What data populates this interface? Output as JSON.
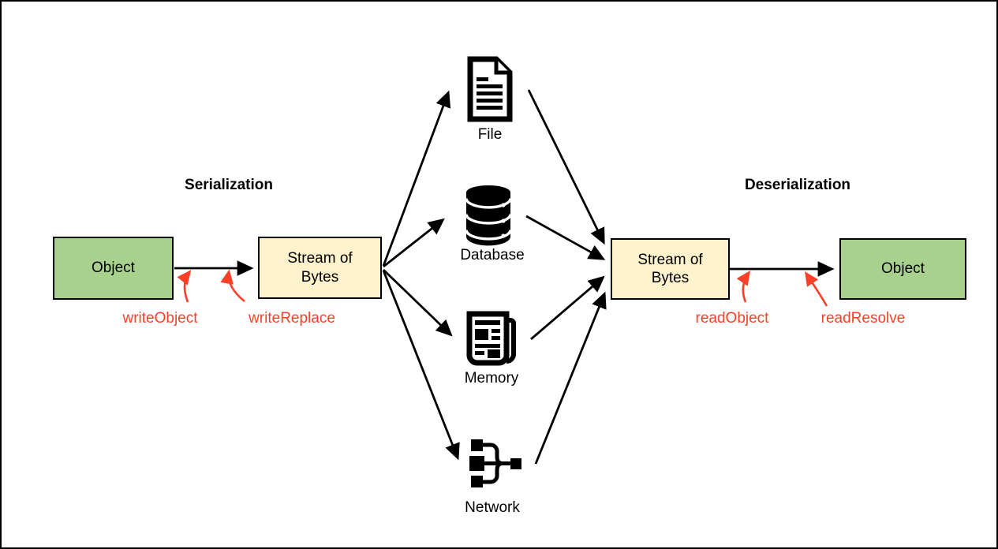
{
  "diagram": {
    "headings": {
      "serialization": "Serialization",
      "deserialization": "Deserialization"
    },
    "nodes": {
      "object_left": "Object",
      "stream_left": "Stream of Bytes",
      "stream_right": "Stream of Bytes",
      "object_right": "Object"
    },
    "targets": [
      {
        "icon": "file-icon",
        "label": "File"
      },
      {
        "icon": "database-icon",
        "label": "Database"
      },
      {
        "icon": "memory-icon",
        "label": "Memory"
      },
      {
        "icon": "network-icon",
        "label": "Network"
      }
    ],
    "annotations": {
      "write_object": "writeObject",
      "write_replace": "writeReplace",
      "read_object": "readObject",
      "read_resolve": "readResolve"
    },
    "colors": {
      "object-box": "#a9d18e",
      "stream-box": "#fff2cc",
      "annotation-red": "#fb4029",
      "arrow-black": "#000000",
      "border-black": "#000000"
    }
  }
}
